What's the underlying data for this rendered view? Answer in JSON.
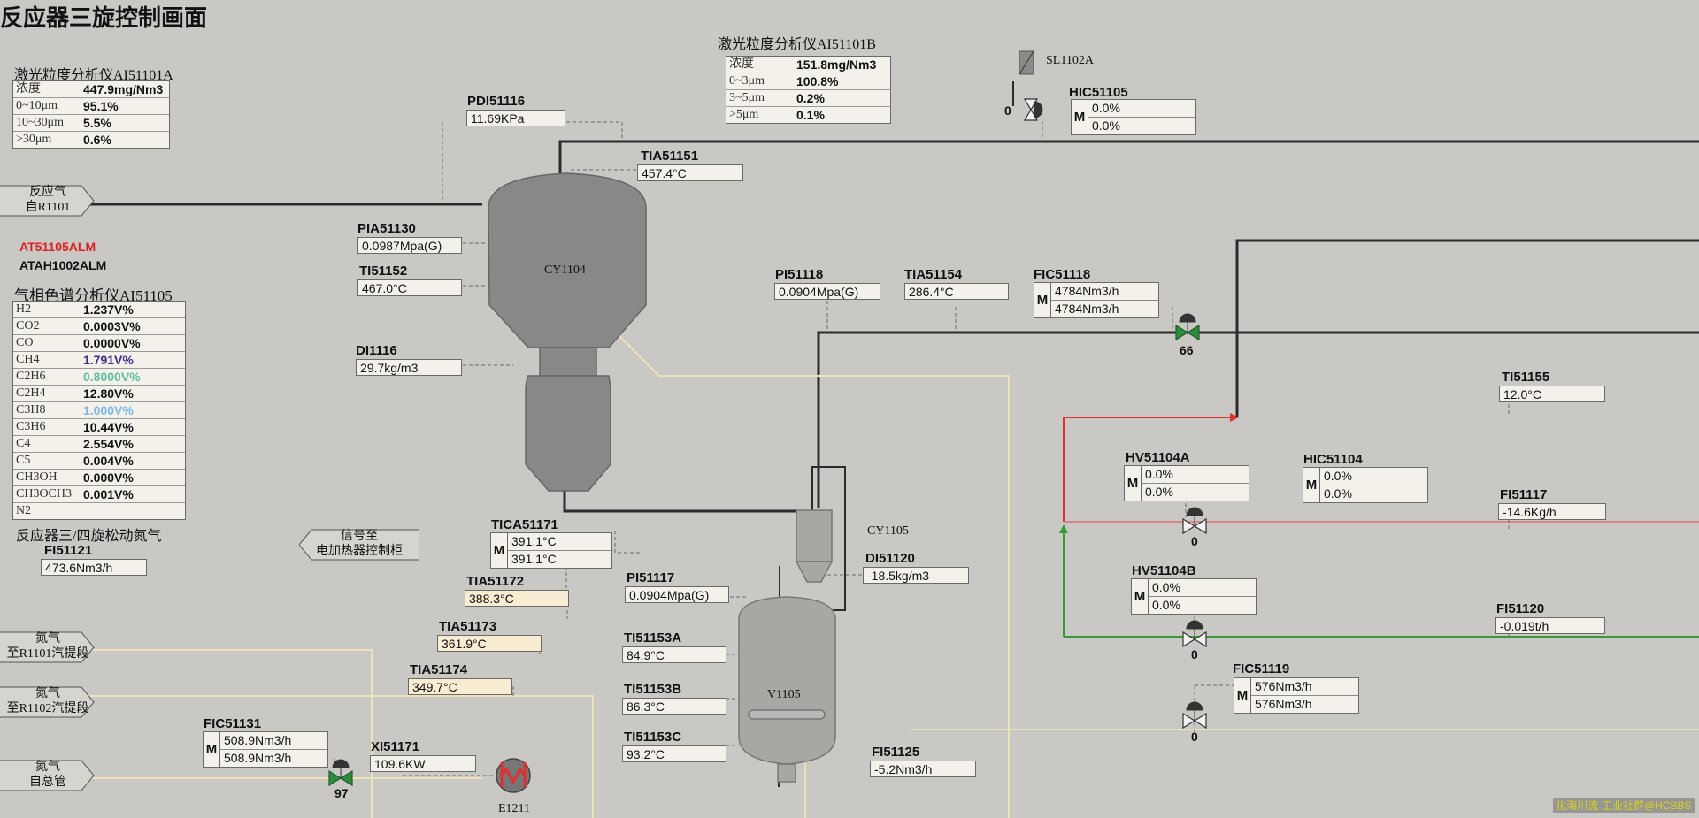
{
  "title": "反应器三旋控制画面",
  "analyzer_a": {
    "title": "激光粒度分析仪AI51101A",
    "rows": [
      {
        "label": "浓度",
        "value": "447.9mg/Nm3"
      },
      {
        "label": "0~10μm",
        "value": "95.1%"
      },
      {
        "label": "10~30μm",
        "value": "5.5%"
      },
      {
        "label": ">30μm",
        "value": "0.6%"
      }
    ]
  },
  "analyzer_b": {
    "title": "激光粒度分析仪AI51101B",
    "rows": [
      {
        "label": "浓度",
        "value": "151.8mg/Nm3"
      },
      {
        "label": "0~3μm",
        "value": "100.8%"
      },
      {
        "label": "3~5μm",
        "value": "0.2%"
      },
      {
        "label": ">5μm",
        "value": "0.1%"
      }
    ]
  },
  "gc": {
    "title": "气相色谱分析仪AI51105",
    "rows": [
      {
        "label": "H2",
        "value": "1.237V%",
        "color": "#111111"
      },
      {
        "label": "CO2",
        "value": "0.0003V%",
        "color": "#111111"
      },
      {
        "label": "CO",
        "value": "0.0000V%",
        "color": "#111111"
      },
      {
        "label": "CH4",
        "value": "1.791V%",
        "color": "#3b2f8f"
      },
      {
        "label": "C2H6",
        "value": "0.8000V%",
        "color": "#5fbfa0"
      },
      {
        "label": "C2H4",
        "value": "12.80V%",
        "color": "#111111"
      },
      {
        "label": "C3H8",
        "value": "1.000V%",
        "color": "#7fb8e8"
      },
      {
        "label": "C3H6",
        "value": "10.44V%",
        "color": "#111111"
      },
      {
        "label": "C4",
        "value": "2.554V%",
        "color": "#111111"
      },
      {
        "label": "C5",
        "value": "0.004V%",
        "color": "#111111"
      },
      {
        "label": "CH3OH",
        "value": "0.000V%",
        "color": "#111111"
      },
      {
        "label": "CH3OCH3",
        "value": "0.001V%",
        "color": "#111111"
      },
      {
        "label": "N2",
        "value": "",
        "color": "#111111"
      }
    ]
  },
  "alarms": {
    "at": "AT51105ALM",
    "atah": "ATAH1002ALM",
    "at_color": "#e02020"
  },
  "nitrogen_title": "反应器三/四旋松动氮气",
  "tags": {
    "feed": {
      "line1": "反应气",
      "line2": "自R1101"
    },
    "signal": {
      "line1": "信号至",
      "line2": "电加热器控制柜"
    },
    "n2_1": {
      "line1": "氮气",
      "line2": "至R1101汽提段"
    },
    "n2_2": {
      "line1": "氮气",
      "line2": "至R1102汽提段"
    },
    "n2_3": {
      "line1": "氮气",
      "line2": "自总管"
    }
  },
  "equipment": {
    "cy1104": "CY1104",
    "cy1105": "CY1105",
    "v1105": "V1105",
    "e1211": "E1211",
    "sl1102a": "SL1102A"
  },
  "instruments": {
    "PDI51116": {
      "label": "PDI51116",
      "value": "11.69KPa"
    },
    "TIA51151": {
      "label": "TIA51151",
      "value": "457.4°C"
    },
    "PIA51130": {
      "label": "PIA51130",
      "value": "0.0987Mpa(G)"
    },
    "TI51152": {
      "label": "TI51152",
      "value": "467.0°C"
    },
    "DI1116": {
      "label": "DI1116",
      "value": "29.7kg/m3"
    },
    "PI51118": {
      "label": "PI51118",
      "value": "0.0904Mpa(G)"
    },
    "TIA51154": {
      "label": "TIA51154",
      "value": "286.4°C"
    },
    "TI51155": {
      "label": "TI51155",
      "value": "12.0°C"
    },
    "FI51117": {
      "label": "FI51117",
      "value": "-14.6Kg/h"
    },
    "FI51120": {
      "label": "FI51120",
      "value": "-0.019t/h"
    },
    "DI51120": {
      "label": "DI51120",
      "value": "-18.5kg/m3"
    },
    "PI51117": {
      "label": "PI51117",
      "value": "0.0904Mpa(G)"
    },
    "TI51153A": {
      "label": "TI51153A",
      "value": "84.9°C"
    },
    "TI51153B": {
      "label": "TI51153B",
      "value": "86.3°C"
    },
    "TI51153C": {
      "label": "TI51153C",
      "value": "93.2°C"
    },
    "FI51125": {
      "label": "FI51125",
      "value": "-5.2Nm3/h"
    },
    "TIA51172": {
      "label": "TIA51172",
      "value": "388.3°C"
    },
    "TIA51173": {
      "label": "TIA51173",
      "value": "361.9°C"
    },
    "TIA51174": {
      "label": "TIA51174",
      "value": "349.7°C"
    },
    "XI51171": {
      "label": "XI51171",
      "value": "109.6KW"
    },
    "FI51121": {
      "label": "FI51121",
      "value": "473.6Nm3/h"
    }
  },
  "controllers": {
    "HIC51105": {
      "label": "HIC51105",
      "mode": "M",
      "v1": "0.0%",
      "v2": "0.0%"
    },
    "FIC51118": {
      "label": "FIC51118",
      "mode": "M",
      "v1": "4784Nm3/h",
      "v2": "4784Nm3/h"
    },
    "HV51104A": {
      "label": "HV51104A",
      "mode": "M",
      "v1": "0.0%",
      "v2": "0.0%"
    },
    "HIC51104": {
      "label": "HIC51104",
      "mode": "M",
      "v1": "0.0%",
      "v2": "0.0%"
    },
    "HV51104B": {
      "label": "HV51104B",
      "mode": "M",
      "v1": "0.0%",
      "v2": "0.0%"
    },
    "FIC51119": {
      "label": "FIC51119",
      "mode": "M",
      "v1": "576Nm3/h",
      "v2": "576Nm3/h"
    },
    "TICA51171": {
      "label": "TICA51171",
      "mode": "M",
      "v1": "391.1°C",
      "v2": "391.1°C"
    },
    "FIC51131": {
      "label": "FIC51131",
      "mode": "M",
      "v1": "508.9Nm3/h",
      "v2": "508.9Nm3/h"
    }
  },
  "valves": {
    "v51105": "0",
    "v51118": "66",
    "v51104a": "0",
    "v51104b": "0",
    "v51119": "0",
    "v51131": "97"
  },
  "watermark": "化海川流·工业社群@HCBBS",
  "colors": {
    "background": "#c9c8c4",
    "pipe": "#2b2b2b",
    "red_line": "#e03030",
    "green_line": "#3a9a3a",
    "yellow_line": "#e8dfae",
    "valve_green": "#2e8b3e"
  }
}
